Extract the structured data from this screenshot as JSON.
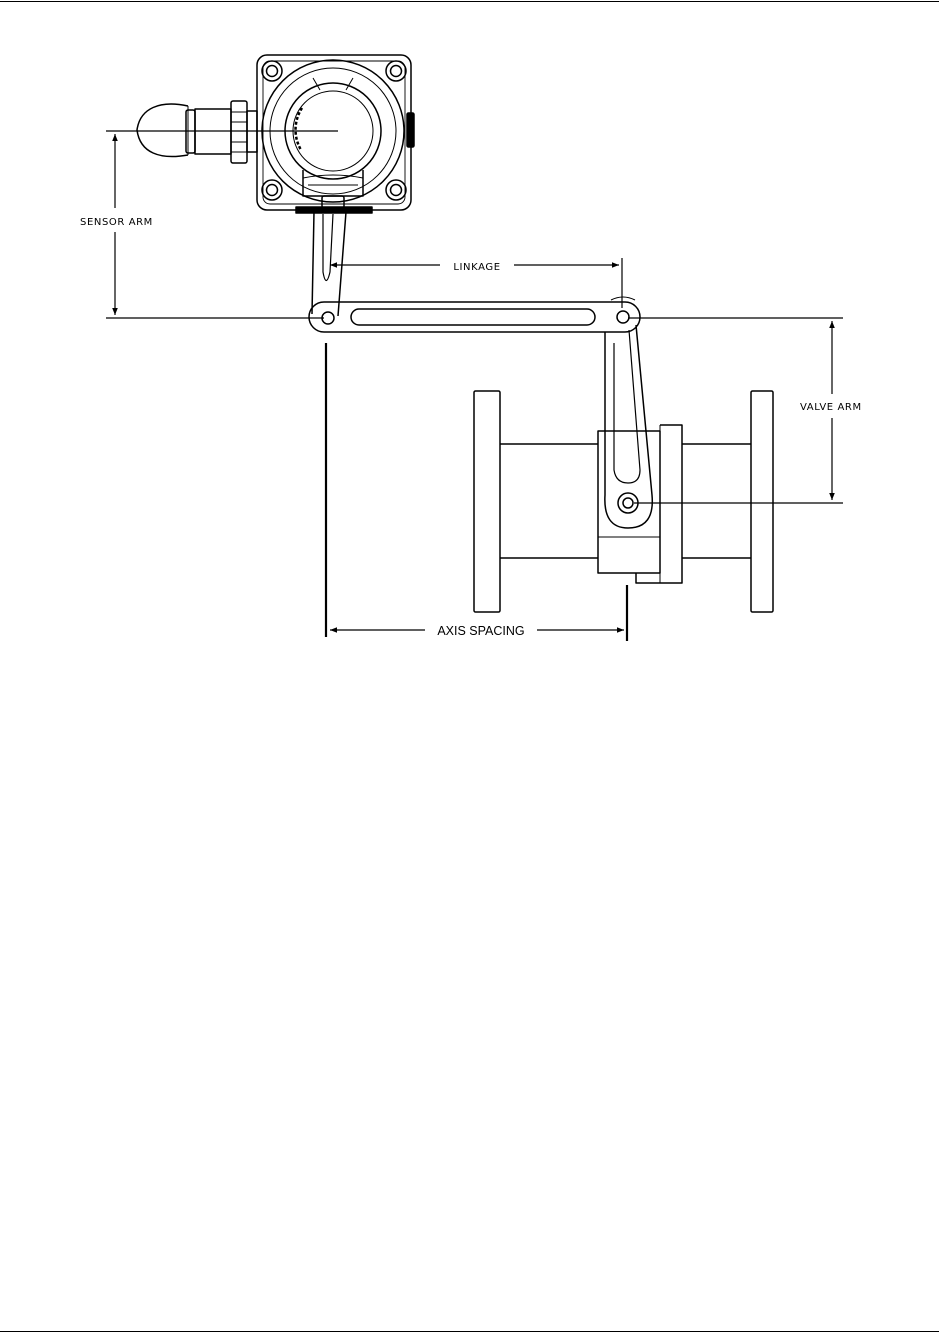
{
  "diagram": {
    "labels": {
      "sensor_arm": "SENSOR ARM",
      "linkage": "LINKAGE",
      "valve_arm": "VALVE ARM",
      "axis_spacing": "AXIS SPACING"
    },
    "colors": {
      "line": "#000000",
      "background": "#ffffff"
    }
  }
}
